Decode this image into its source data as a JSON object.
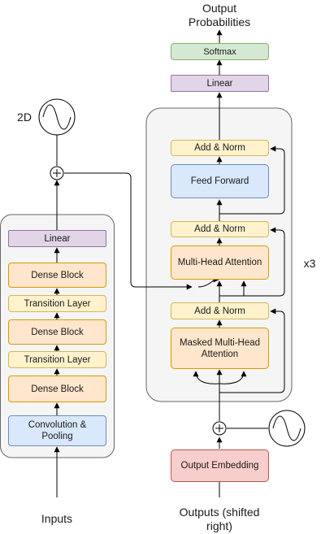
{
  "left_stack": {
    "inputs_label": "Inputs",
    "dim_label": "2D",
    "linear": "Linear",
    "dense_block_1": "Dense Block",
    "transition_1": "Transition Layer",
    "dense_block_2": "Dense Block",
    "transition_2": "Transition Layer",
    "dense_block_3": "Dense Block",
    "conv_pooling": "Convolution & Pooling"
  },
  "decoder": {
    "output_probabilities": "Output Probabilities",
    "softmax": "Softmax",
    "linear": "Linear",
    "add_norm_1": "Add & Norm",
    "feed_forward": "Feed Forward",
    "add_norm_2": "Add & Norm",
    "multi_head_attention": "Multi-Head Attention",
    "add_norm_3": "Add & Norm",
    "masked_attention": "Masked Multi-Head Attention",
    "repeat_label": "x3",
    "output_embedding": "Output Embedding",
    "outputs_label": "Outputs (shifted right)"
  },
  "colors": {
    "orange_fill": "#ffe6cc",
    "yellow_fill": "#fff2cc",
    "purple_fill": "#e1d5e7",
    "blue_fill": "#dae8fc",
    "green_fill": "#d5e8d4",
    "red_fill": "#f8cecc",
    "container_fill": "#f5f5f5"
  },
  "icons": [
    "sine-wave-icon",
    "plus-circle-icon",
    "arrow-icon"
  ]
}
